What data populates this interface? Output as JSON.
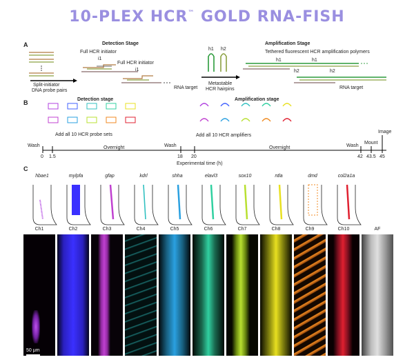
{
  "title": "10-PLEX HCR™ GOLD RNA-FISH",
  "title_main": "10-PLEX HCR",
  "title_tm": "™",
  "title_rest": " GOLD RNA-FISH",
  "panel_a": {
    "letter": "A",
    "detection_stage": "Detection Stage",
    "amplification_stage": "Amplification Stage",
    "split_initiator": "Split-initiator",
    "dna_probe_pairs": "DNA probe pairs",
    "full_initiator_1": "Full HCR initiator",
    "i1_a": "i1",
    "full_initiator_2": "Full HCR initiator",
    "i1_b": "i1",
    "rna_target_1": "RNA target",
    "h1": "h1",
    "h2": "h2",
    "metastable_1": "Metastable",
    "metastable_2": "HCR hairpins",
    "tethered": "Tethered fluorescent HCR amplification polymers",
    "poly_h1_a": "h1",
    "poly_h1_b": "h1",
    "poly_h2_a": "h2",
    "poly_h2_b": "h2",
    "rna_target_2": "RNA target"
  },
  "panel_b": {
    "letter": "B",
    "detection_stage": "Detection stage",
    "amplification_stage": "Amplification stage",
    "add_probes": "Add all 10 HCR probe sets",
    "add_amplifiers": "Add all 10 HCR amplifiers",
    "wash_1": "Wash",
    "wash_2": "Wash",
    "wash_3": "Wash",
    "overnight_1": "Overnight",
    "overnight_2": "Overnight",
    "mount": "Mount",
    "image": "Image",
    "ticks": [
      "0",
      "1.5",
      "18",
      "20",
      "42",
      "43.5",
      "45"
    ],
    "axis_label": "Experimental time (h)"
  },
  "panel_c": {
    "letter": "C",
    "genes": [
      "hbae1",
      "mylpfa",
      "gfap",
      "kdrl",
      "shha",
      "elavl3",
      "sox10",
      "ntla",
      "dmd",
      "col2a1a"
    ],
    "channels": [
      "Ch1",
      "Ch2",
      "Ch3",
      "Ch4",
      "Ch5",
      "Ch6",
      "Ch7",
      "Ch8",
      "Ch9",
      "Ch10",
      "AF"
    ],
    "scale_bar": "50 μm"
  },
  "colors": {
    "title": "#9a8fe0",
    "ch": [
      "#b040e0",
      "#3a30ff",
      "#c040d0",
      "#30c0c0",
      "#2aa0e0",
      "#30d0a0",
      "#b8e030",
      "#e8e020",
      "#f08a20",
      "#e02030",
      "#c8c8c8"
    ]
  }
}
